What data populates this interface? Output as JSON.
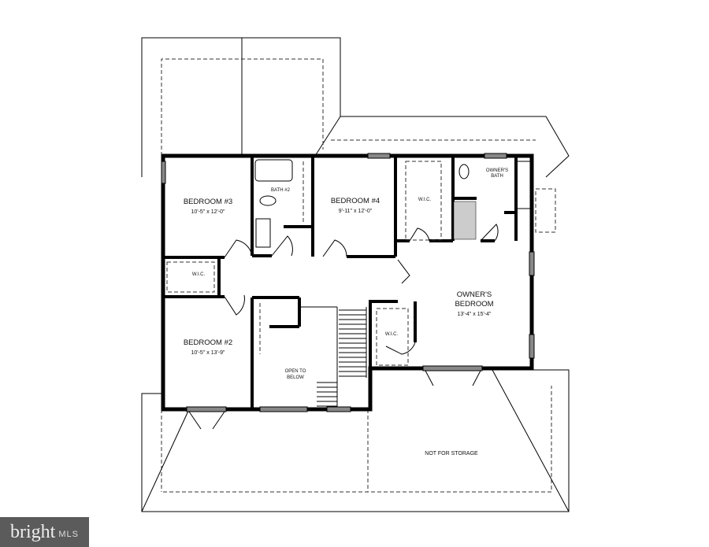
{
  "rooms": {
    "bedroom3": {
      "name": "BEDROOM #3",
      "size": "10'-5\" x 12'-0\""
    },
    "bedroom4": {
      "name": "BEDROOM #4",
      "size": "9'-11\" x 12'-0\""
    },
    "bedroom2": {
      "name": "BEDROOM #2",
      "size": "10'-5\" x 13'-9\""
    },
    "owners": {
      "name_line1": "OWNER'S",
      "name_line2": "BEDROOM",
      "size": "13'-4\" x 15'-4\""
    },
    "bath2": "BATH #2",
    "owners_bath_line1": "OWNER'S",
    "owners_bath_line2": "BATH",
    "wic": "W.I.C.",
    "open_line1": "OPEN TO",
    "open_line2": "BELOW",
    "storage": "NOT FOR STORAGE"
  },
  "logo": {
    "brand": "bright",
    "suffix": "MLS"
  }
}
